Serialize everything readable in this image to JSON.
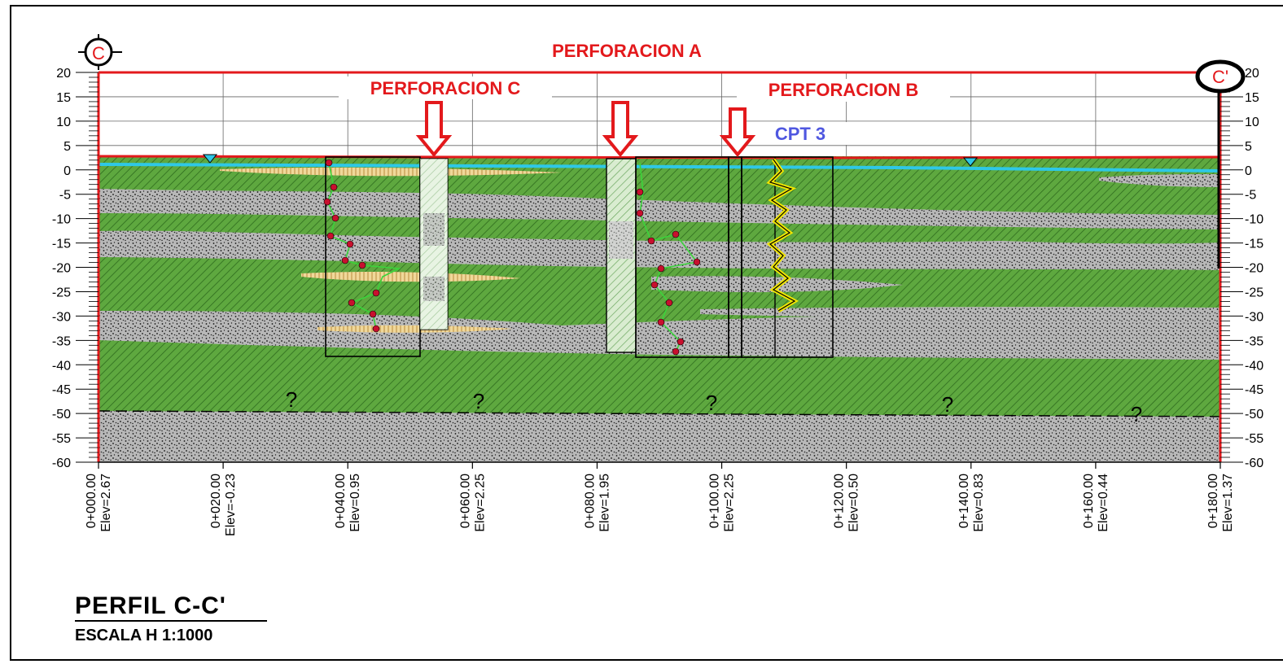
{
  "section": {
    "marker_left": "C",
    "marker_right": "C'",
    "boreholes": {
      "a": "PERFORACION A",
      "b": "PERFORACION B",
      "c": "PERFORACION C",
      "cpt": "CPT 3"
    },
    "question_mark": "?"
  },
  "axis_y": {
    "ticks": [
      "20",
      "15",
      "10",
      "5",
      "0",
      "-5",
      "-10",
      "-15",
      "-20",
      "-25",
      "-30",
      "-35",
      "-40",
      "-45",
      "-50",
      "-55",
      "-60"
    ],
    "right_ticks": [
      "20",
      "15",
      "10",
      "5",
      "0",
      "-5",
      "-10",
      "-15",
      "-20",
      "-25",
      "-30",
      "-35",
      "-40",
      "-45",
      "-50",
      "-55",
      "-60"
    ]
  },
  "axis_x": {
    "stations": [
      {
        "station": "0+000.00",
        "elev": "Elev=2.67"
      },
      {
        "station": "0+020.00",
        "elev": "Elev=-0.23"
      },
      {
        "station": "0+040.00",
        "elev": "Elev=0.95"
      },
      {
        "station": "0+060.00",
        "elev": "Elev=2.25"
      },
      {
        "station": "0+080.00",
        "elev": "Elev=1.95"
      },
      {
        "station": "0+100.00",
        "elev": "Elev=2.25"
      },
      {
        "station": "0+120.00",
        "elev": "Elev=0.50"
      },
      {
        "station": "0+140.00",
        "elev": "Elev=0.83"
      },
      {
        "station": "0+160.00",
        "elev": "Elev=0.44"
      },
      {
        "station": "0+180.00",
        "elev": "Elev=1.37"
      }
    ]
  },
  "title": {
    "main": "PERFIL  C-C'",
    "scale": "ESCALA  H 1:1000"
  },
  "colors": {
    "green_layer": "#5ea83f",
    "gray_layer": "#b8b8b8",
    "red_line": "#e3191c",
    "water": "#2ec8e6",
    "arrow": "#e3191c",
    "label_red": "#e3191c",
    "label_blue": "#4f57e0"
  }
}
